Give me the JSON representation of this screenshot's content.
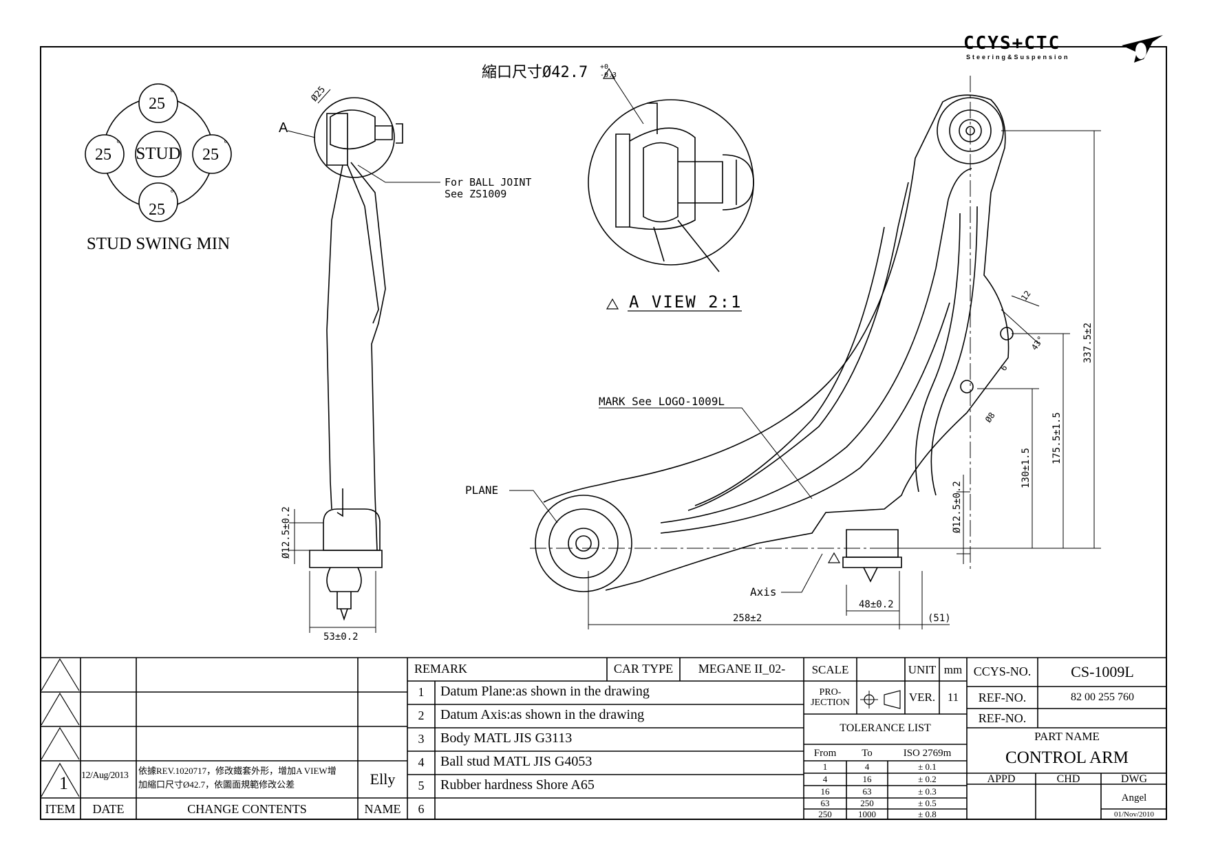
{
  "logo": {
    "brand": "CCYS+CTC",
    "tagline": "Steering&Suspension"
  },
  "stud_swing": {
    "center_label": "STUD",
    "angle": "25",
    "degree_mark": "°",
    "caption": "STUD SWING MIN"
  },
  "side_view": {
    "detail_label": "A",
    "ball_dia": "Ø25",
    "ball_joint_note_1": "For BALL JOINT",
    "ball_joint_note_2": "See ZS1009",
    "bushing_dia": "Ø12.5±0.2",
    "width_dim": "53±0.2"
  },
  "detail_view": {
    "neck_note": "縮口尺寸Ø42.7",
    "neck_tol_upper": "+0",
    "neck_tol_lower": "-0.3",
    "view_title": "A VIEW 2:1",
    "rev_mark": "1"
  },
  "top_view": {
    "mark_note": "MARK See LOGO-1009L",
    "plane_label": "PLANE",
    "axis_label": "Axis",
    "bushing_dia": "Ø12.5±0.2",
    "dim_48": "48±0.2",
    "dim_258": "258±2",
    "dim_51": "(51)",
    "dim_130": "130±1.5",
    "dim_175": "175.5±1.5",
    "dim_337": "337.5±2",
    "dim_12": "12",
    "dim_43": "43°",
    "dim_6": "6",
    "dim_8": "Ø8"
  },
  "change_log": {
    "headers": {
      "item": "ITEM",
      "date": "DATE",
      "contents": "CHANGE CONTENTS",
      "name": "NAME"
    },
    "rows": [
      {
        "item": "",
        "date": "",
        "contents": "",
        "name": ""
      },
      {
        "item": "",
        "date": "",
        "contents": "",
        "name": ""
      },
      {
        "item": "",
        "date": "",
        "contents": "",
        "name": ""
      },
      {
        "item": "1",
        "date": "12/Aug/2013",
        "contents_line1": "依據REV.1020717，修改鐵套外形，增加A VIEW增",
        "contents_line2": "加縮口尺寸Ø42.7，依圖面規範修改公差",
        "name": "Elly"
      }
    ]
  },
  "remarks": {
    "header": "REMARK",
    "car_type_label": "CAR TYPE",
    "car_type": "MEGANE II_02-",
    "items": [
      {
        "n": "1",
        "text": "Datum Plane:as shown in the drawing"
      },
      {
        "n": "2",
        "text": "Datum Axis:as shown in the drawing"
      },
      {
        "n": "3",
        "text": "Body MATL JIS G3113"
      },
      {
        "n": "4",
        "text": "Ball stud MATL JIS G4053"
      },
      {
        "n": "5",
        "text": "Rubber hardness Shore A65"
      },
      {
        "n": "6",
        "text": ""
      }
    ]
  },
  "title_block": {
    "scale_label": "SCALE",
    "scale": "",
    "unit_label": "UNIT",
    "unit": "mm",
    "projection_label": "PRO-\nJECTION",
    "ver_label": "VER.",
    "ver": "11",
    "tolerance_title": "TOLERANCE LIST",
    "tolerance_headers": [
      "From",
      "To",
      "ISO 2769m"
    ],
    "tolerance_rows": [
      [
        "1",
        "4",
        "± 0.1"
      ],
      [
        "4",
        "16",
        "± 0.2"
      ],
      [
        "16",
        "63",
        "± 0.3"
      ],
      [
        "63",
        "250",
        "± 0.5"
      ],
      [
        "250",
        "1000",
        "± 0.8"
      ]
    ],
    "ccys_no_label": "CCYS-NO.",
    "ccys_no": "CS-1009L",
    "ref_no_label": "REF-NO.",
    "ref_no": "82 00 255 760",
    "ref_no_label_2": "REF-NO.",
    "ref_no_2": "",
    "part_name_label": "PART NAME",
    "part_name": "CONTROL ARM",
    "appd_label": "APPD",
    "chd_label": "CHD",
    "dwg_label": "DWG",
    "appd": "",
    "chd": "",
    "dwg": "Angel",
    "dwg_date": "01/Nov/2010"
  }
}
